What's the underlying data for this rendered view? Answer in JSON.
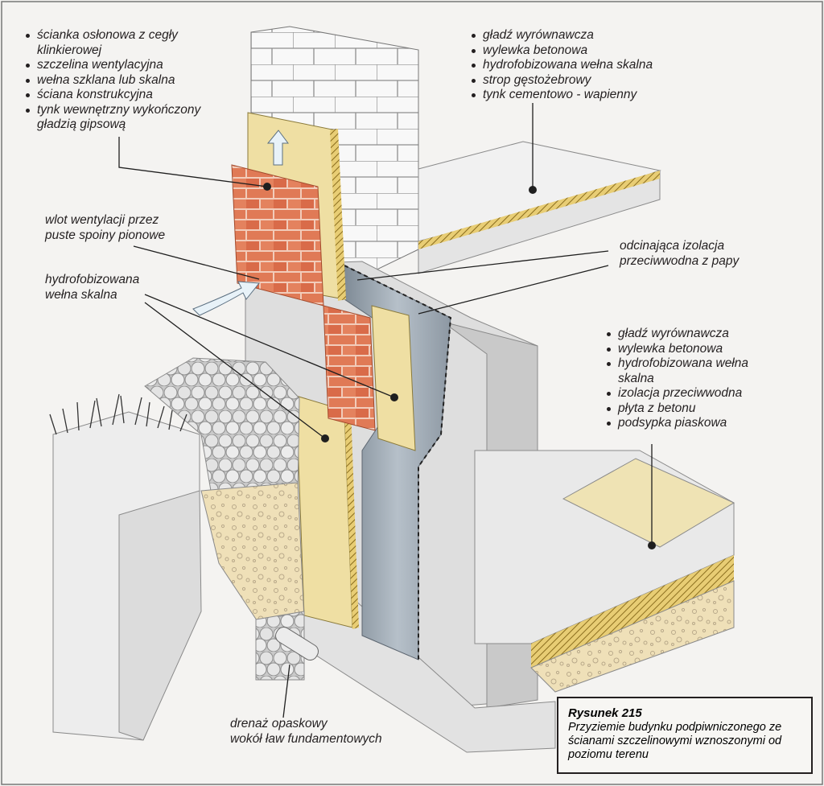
{
  "labels": {
    "top_left": [
      "ścianka osłonowa z cegły klinkierowej",
      "szczelina wentylacyjna",
      "wełna szklana lub skalna",
      "ściana konstrukcyjna",
      "tynk wewnętrzny wykończony gładzią gipsową"
    ],
    "top_right": [
      "gładź wyrównawcza",
      "wylewka betonowa",
      "hydrofobizowana wełna skalna",
      "strop gęstożebrowy",
      "tynk cementowo - wapienny"
    ],
    "ventilation": [
      "wlot wentylacji przez",
      "puste spoiny pionowe"
    ],
    "wool": [
      "hydrofobizowana",
      "wełna skalna"
    ],
    "isolation": [
      "odcinająca izolacja",
      "przeciwwodna z papy"
    ],
    "floor": [
      "gładź wyrównawcza",
      "wylewka betonowa",
      "hydrofobizowana wełna skalna",
      "izolacja przeciwwodna",
      "płyta z betonu",
      "podsypka piaskowa"
    ],
    "drainage": [
      "drenaż opaskowy",
      "wokół ław fundamentowych"
    ]
  },
  "caption": {
    "number": "Rysunek 215",
    "text": "Przyziemie budynku podpiwniczonego ze ścianami szczelinowymi wznoszonymi od poziomu terenu"
  }
}
